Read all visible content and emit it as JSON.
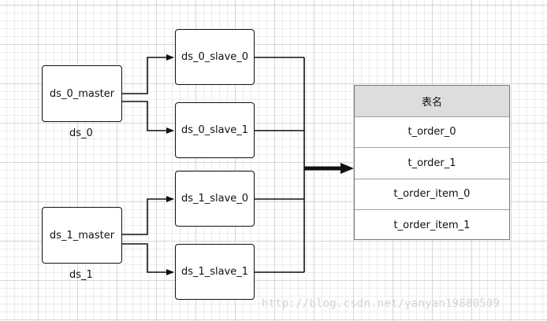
{
  "masters": [
    {
      "label": "ds_0_master",
      "caption": "ds_0"
    },
    {
      "label": "ds_1_master",
      "caption": "ds_1"
    }
  ],
  "slaves": [
    {
      "label": "ds_0_slave_0"
    },
    {
      "label": "ds_0_slave_1"
    },
    {
      "label": "ds_1_slave_0"
    },
    {
      "label": "ds_1_slave_1"
    }
  ],
  "table": {
    "header": "表名",
    "rows": [
      "t_order_0",
      "t_order_1",
      "t_order_item_0",
      "t_order_item_1"
    ]
  },
  "watermark": "http://blog.csdn.net/yanyan19880509",
  "colors": {
    "line": "#111111",
    "table_header_bg": "#dddddd",
    "table_border": "#7a7a7a",
    "watermark": "#d4d4d4"
  }
}
